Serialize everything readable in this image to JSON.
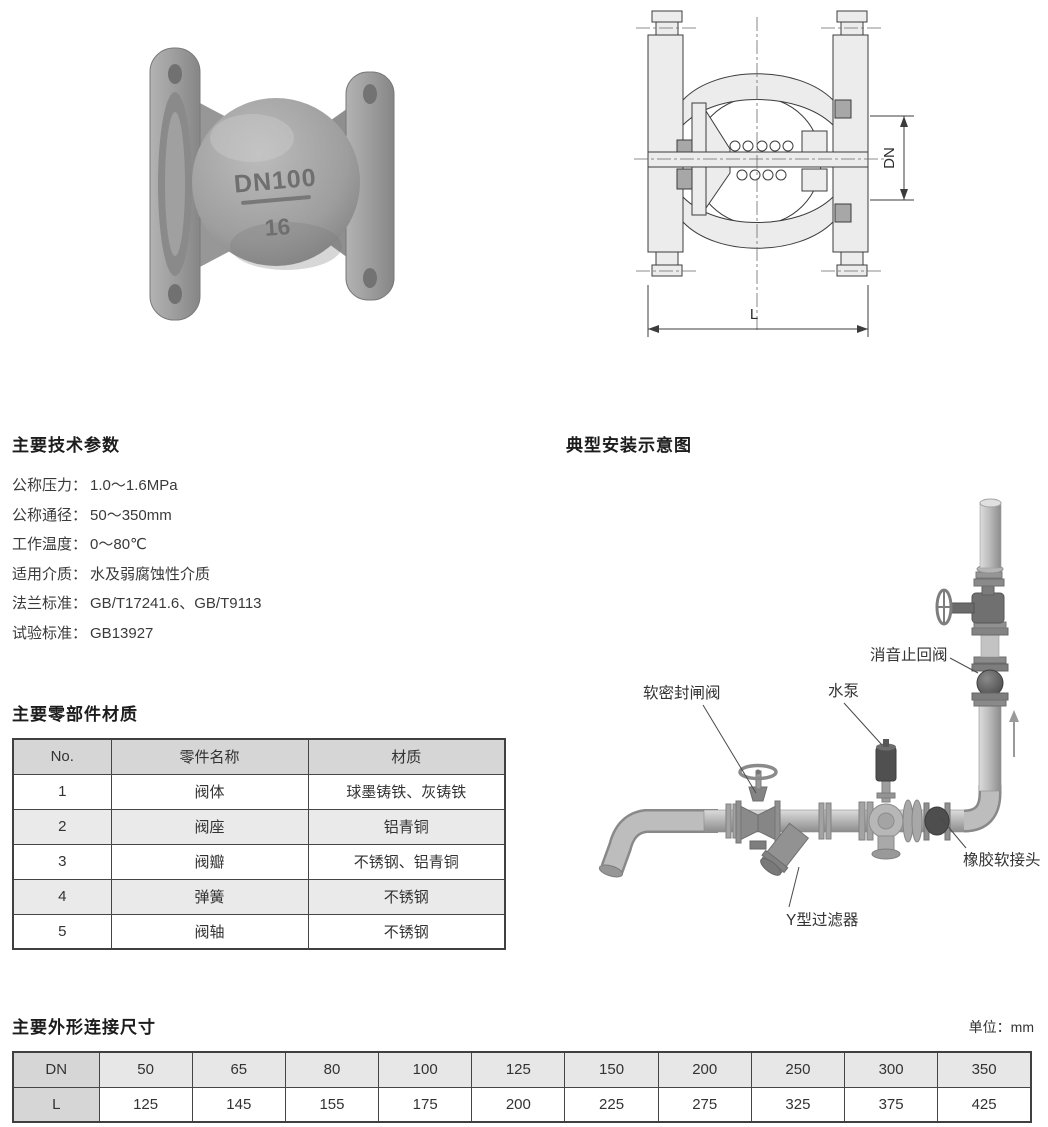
{
  "photo": {
    "marking_line1": "DN100",
    "marking_line2": "16"
  },
  "drawing": {
    "dn_label": "DN",
    "l_label": "L"
  },
  "tech": {
    "heading": "主要技术参数",
    "items": [
      {
        "label": "公称压力：",
        "value": "1.0～1.6MPa"
      },
      {
        "label": "公称通径：",
        "value": "50～350mm"
      },
      {
        "label": "工作温度：",
        "value": "0～80℃"
      },
      {
        "label": "适用介质：",
        "value": "水及弱腐蚀性介质"
      },
      {
        "label": "法兰标准：",
        "value": "GB/T17241.6、GB/T9113"
      },
      {
        "label": "试验标准：",
        "value": "GB13927"
      }
    ]
  },
  "install": {
    "heading": "典型安装示意图",
    "labels": {
      "gate_valve": "软密封闸阀",
      "pump": "水泵",
      "check_valve": "消音止回阀",
      "rubber_joint": "橡胶软接头",
      "strainer": "Y型过滤器"
    }
  },
  "materials": {
    "heading": "主要零部件材质",
    "columns": [
      "No.",
      "零件名称",
      "材质"
    ],
    "rows": [
      [
        "1",
        "阀体",
        "球墨铸铁、灰铸铁"
      ],
      [
        "2",
        "阀座",
        "铝青铜"
      ],
      [
        "3",
        "阀瓣",
        "不锈钢、铝青铜"
      ],
      [
        "4",
        "弹簧",
        "不锈钢"
      ],
      [
        "5",
        "阀轴",
        "不锈钢"
      ]
    ]
  },
  "dims": {
    "heading": "主要外形连接尺寸",
    "unit": "单位：mm",
    "dn_header": "DN",
    "l_header": "L",
    "dn": [
      "50",
      "65",
      "80",
      "100",
      "125",
      "150",
      "200",
      "250",
      "300",
      "350"
    ],
    "l": [
      "125",
      "145",
      "155",
      "175",
      "200",
      "225",
      "275",
      "325",
      "375",
      "425"
    ]
  },
  "colors": {
    "table_header_bg": "#d6d6d6",
    "table_alt_row_bg": "#eaeaea",
    "valve_body_gray": "#9a9a9a"
  }
}
